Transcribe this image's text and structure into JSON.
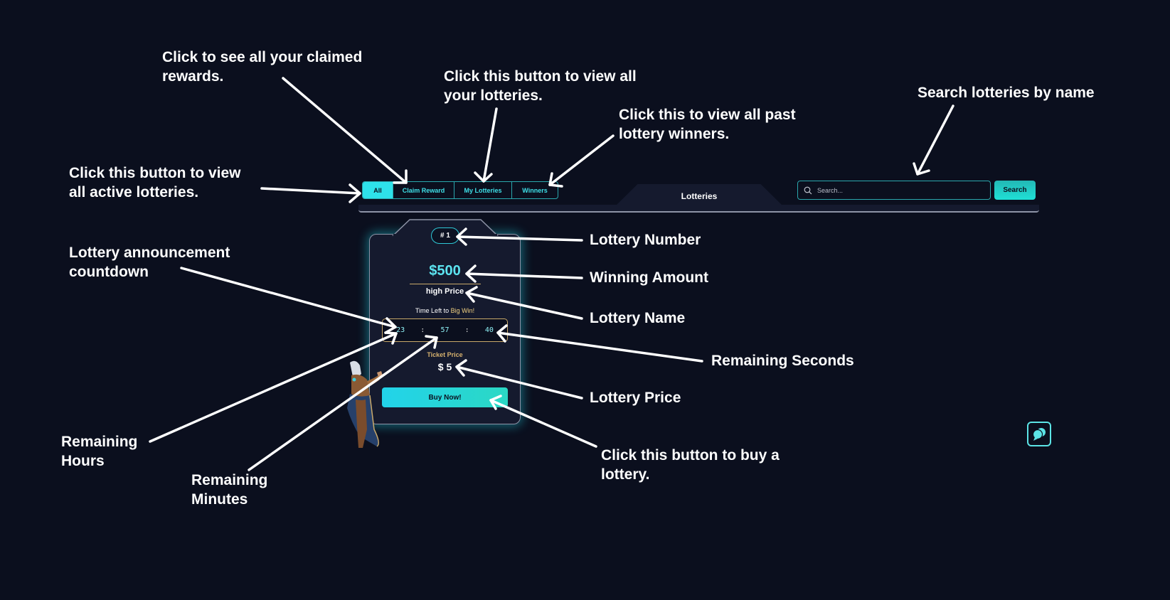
{
  "filter_tabs": [
    {
      "label": "All",
      "active": true
    },
    {
      "label": "Claim Reward",
      "active": false
    },
    {
      "label": "My Lotteries",
      "active": false
    },
    {
      "label": "Winners",
      "active": false
    }
  ],
  "header": {
    "title": "Lotteries"
  },
  "search": {
    "placeholder": "Search...",
    "value": "",
    "button_label": "Search",
    "icon": "search-icon"
  },
  "lottery_card": {
    "number": "# 1",
    "winning_amount": "$500",
    "name": "high Price",
    "time_left_prefix": "Time Left to ",
    "time_left_highlight": "Big Win!",
    "countdown": {
      "hours": "23",
      "minutes": "57",
      "seconds": "40",
      "separator": ":"
    },
    "ticket_price_label": "Ticket Price",
    "ticket_price": "$ 5",
    "buy_button_label": "Buy Now!"
  },
  "chat": {
    "icon": "chat-bubbles-icon"
  },
  "colors": {
    "background": "#0b0f1e",
    "panel": "#151a2e",
    "accent_cyan": "#2ee2ea",
    "amount_cyan": "#5ce4f0",
    "gold": "#c9a96a",
    "border_teal": "#2aa7ad"
  },
  "annotations": {
    "claimed_rewards": [
      "Click to see all your claimed",
      "rewards."
    ],
    "my_lotteries": [
      "Click this button to view all",
      "your lotteries."
    ],
    "past_winners": [
      "Click this to view all past",
      "lottery winners."
    ],
    "search": [
      "Search lotteries by name"
    ],
    "all_active": [
      "Click this button to view",
      "all active lotteries."
    ],
    "countdown": [
      "Lottery announcement",
      "countdown"
    ],
    "lottery_number": [
      "Lottery Number"
    ],
    "winning_amount": [
      "Winning Amount"
    ],
    "lottery_name": [
      "Lottery Name"
    ],
    "remaining_seconds": [
      "Remaining Seconds"
    ],
    "lottery_price": [
      "Lottery Price"
    ],
    "remaining_hours": [
      "Remaining",
      "Hours"
    ],
    "remaining_minutes": [
      "Remaining",
      "Minutes"
    ],
    "buy_button": [
      "Click this button to buy a",
      "lottery."
    ]
  }
}
